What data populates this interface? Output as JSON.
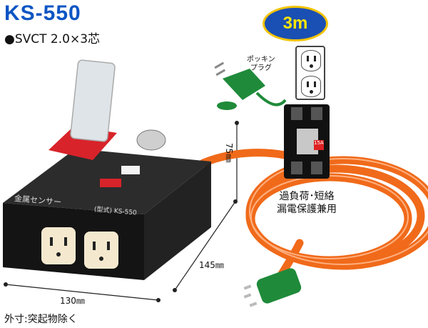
{
  "product": {
    "model": "KS-550",
    "spec": "●SVCT 2.0×3芯",
    "length_badge": "3m",
    "plug_label_line1": "ポッキン",
    "plug_label_line2": "プラグ",
    "breaker_label_line1": "過負荷･短絡",
    "breaker_label_line2": "漏電保護兼用",
    "box_label": "金属センサー",
    "box_model": "(型式) KS-550",
    "breaker_rating": "15A"
  },
  "dimensions": {
    "height": "75㎜",
    "depth": "145㎜",
    "width": "130㎜",
    "note": "外寸:突起物除く"
  },
  "colors": {
    "title": "#0d55c4",
    "cable": "#f06a1a",
    "plug": "#1f8a3a",
    "box": "#1b1b1b",
    "badge": "#1a4fb3"
  }
}
